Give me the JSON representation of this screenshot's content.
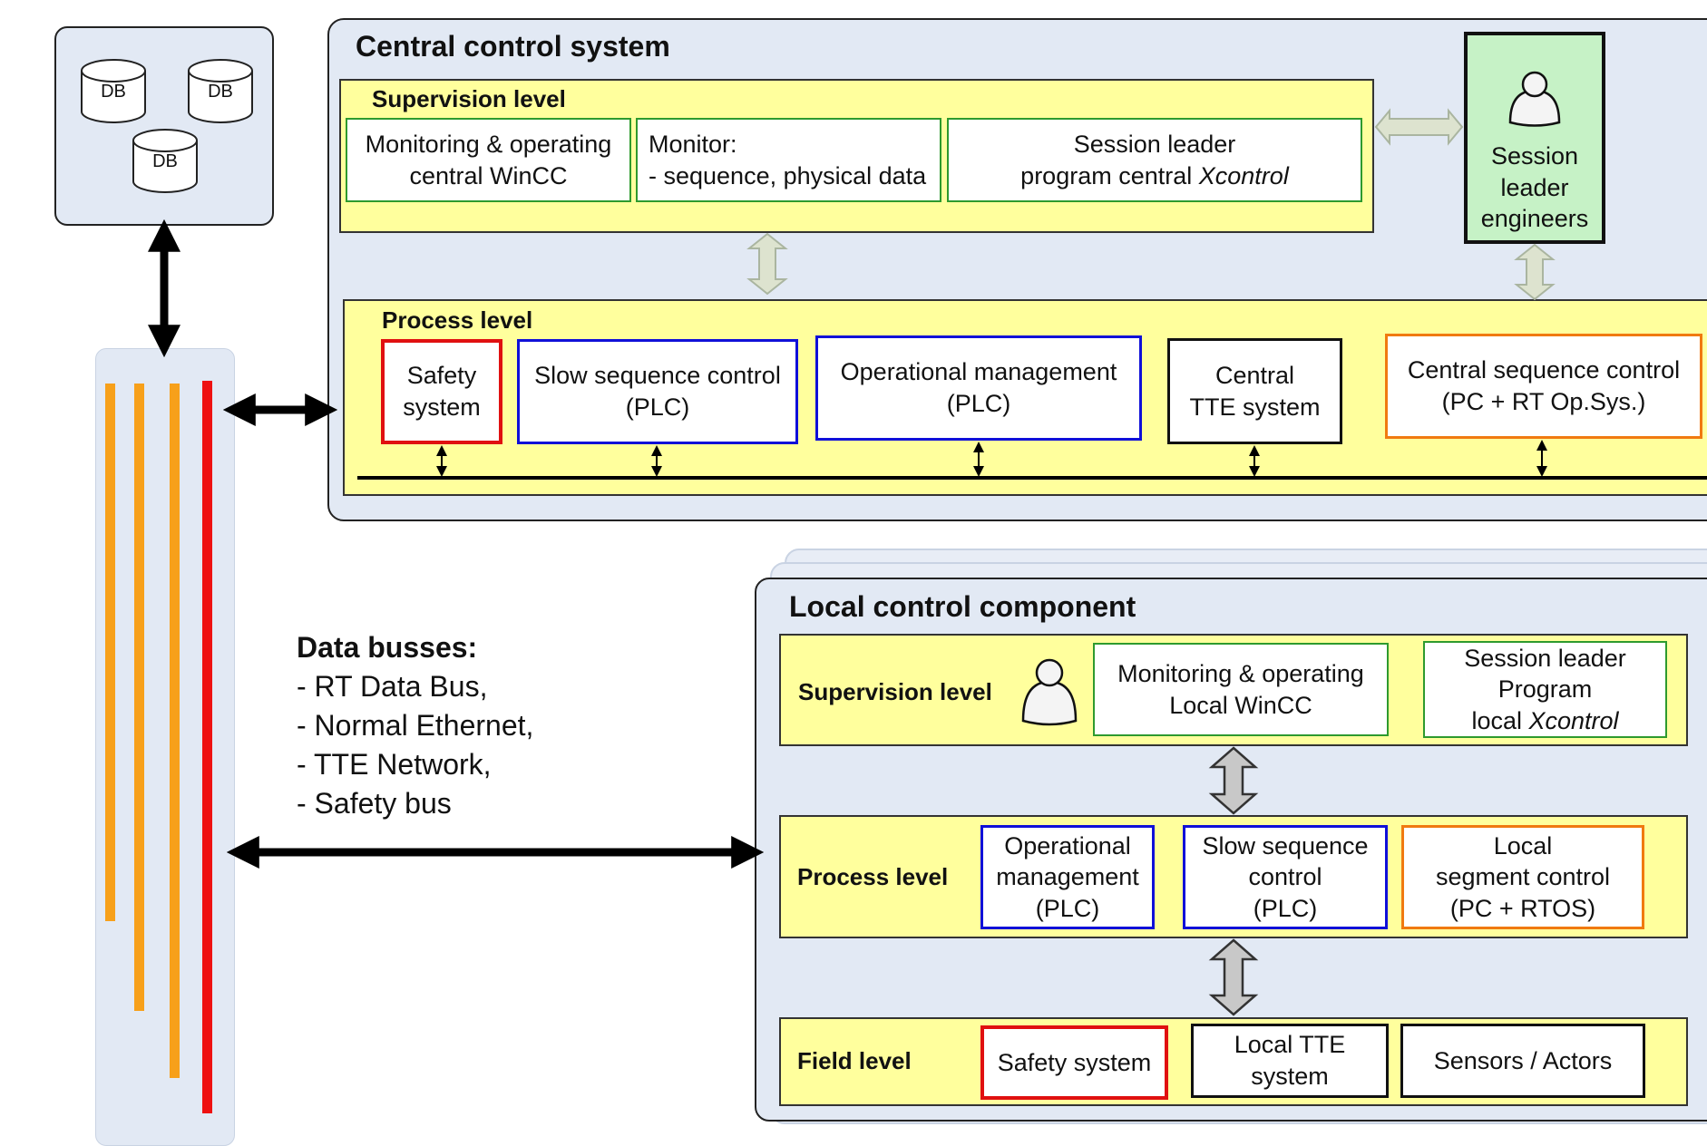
{
  "db_cluster": {
    "labels": [
      "DB",
      "DB",
      "DB"
    ]
  },
  "central": {
    "title": "Central control system",
    "supervision": {
      "title": "Supervision level",
      "monitoring": "Monitoring & operating\ncentral WinCC",
      "monitor": "Monitor:\n- sequence, physical data",
      "session_line1": "Session leader",
      "session_line2_prefix": "program central ",
      "session_line2_italic": "Xcontrol"
    },
    "engineers": "Session\nleader\nengineers",
    "process": {
      "title": "Process level",
      "safety": "Safety\nsystem",
      "slow": "Slow sequence control\n(PLC)",
      "operational": "Operational management\n(PLC)",
      "tte": "Central\nTTE system",
      "sequence": "Central sequence control\n(PC + RT Op.Sys.)"
    }
  },
  "busses": {
    "title": "Data busses:",
    "items": [
      "- RT Data Bus,",
      "- Normal Ethernet,",
      "- TTE Network,",
      "- Safety bus"
    ],
    "colors": [
      "#f7a01a",
      "#f7a01a",
      "#f7a01a",
      "#ee1111"
    ]
  },
  "local": {
    "title": "Local control component",
    "supervision": {
      "title": "Supervision level",
      "monitoring": "Monitoring & operating\nLocal WinCC",
      "session_line1": "Session leader",
      "session_line2": "Program",
      "session_line3_prefix": "local ",
      "session_line3_italic": "Xcontrol"
    },
    "process": {
      "title": "Process level",
      "operational": "Operational\nmanagement\n(PLC)",
      "slow": "Slow sequence\ncontrol\n(PLC)",
      "segment": "Local\nsegment control\n(PC + RTOS)"
    },
    "field": {
      "title": "Field level",
      "safety": "Safety system",
      "tte": "Local TTE\nsystem",
      "sensors": "Sensors / Actors"
    }
  }
}
